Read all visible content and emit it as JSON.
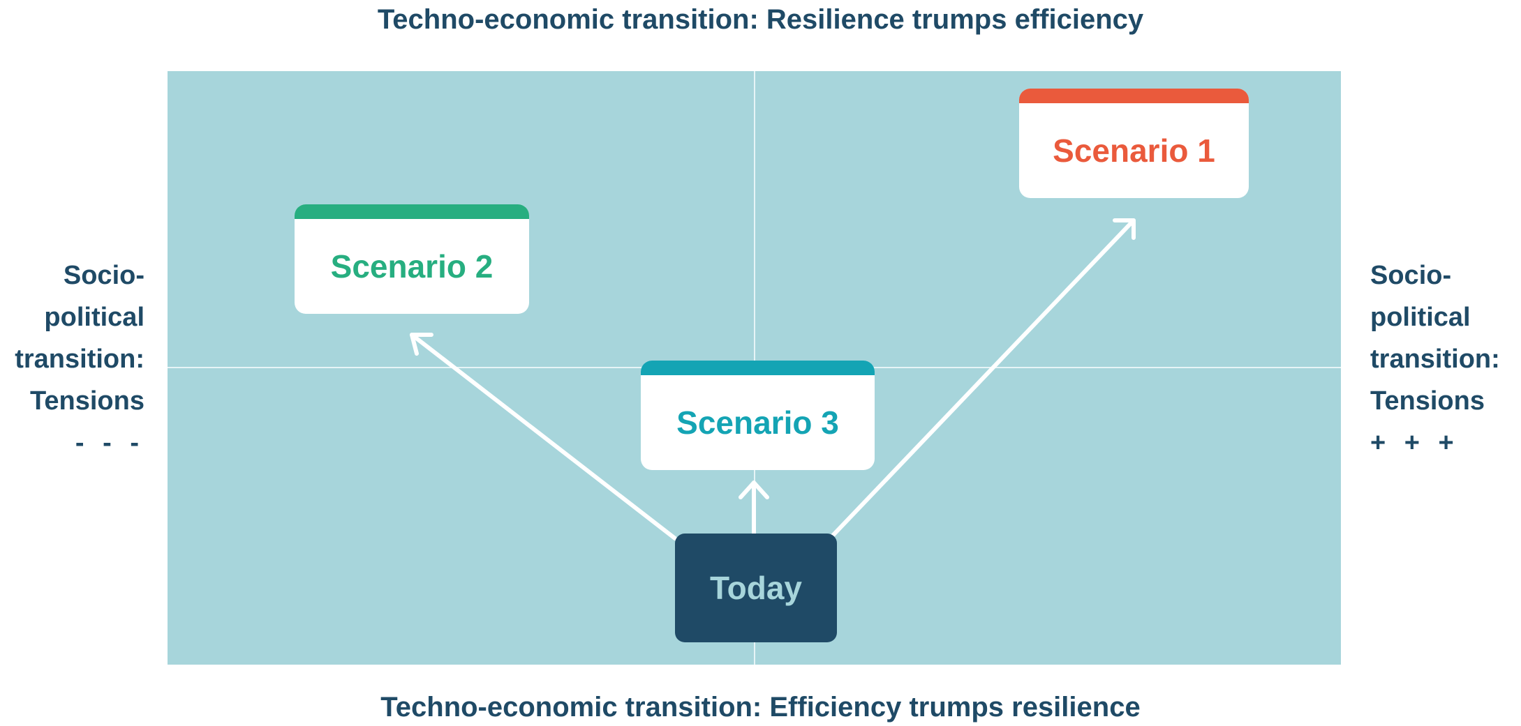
{
  "top_axis": "Techno-economic transition: Resilience trumps efficiency",
  "bottom_axis": "Techno-economic transition: Efficiency trumps resilience",
  "left_axis": {
    "lines": [
      "Socio-",
      "political",
      "transition:",
      "Tensions"
    ],
    "sign": "- - -"
  },
  "right_axis": {
    "lines": [
      "Socio-",
      "political",
      "transition:",
      "Tensions"
    ],
    "sign": "+ + +"
  },
  "scenarios": [
    {
      "label": "Scenario 1",
      "color": "#ea5a3c"
    },
    {
      "label": "Scenario 2",
      "color": "#27ae80"
    },
    {
      "label": "Scenario 3",
      "color": "#14a4b4"
    }
  ],
  "today": {
    "label": "Today",
    "background": "#1f4a66",
    "text_color": "#a7d5db"
  },
  "colors": {
    "quadrant_background": "#a7d5db",
    "axis_text": "#1f4a66",
    "arrow": "#ffffff"
  }
}
